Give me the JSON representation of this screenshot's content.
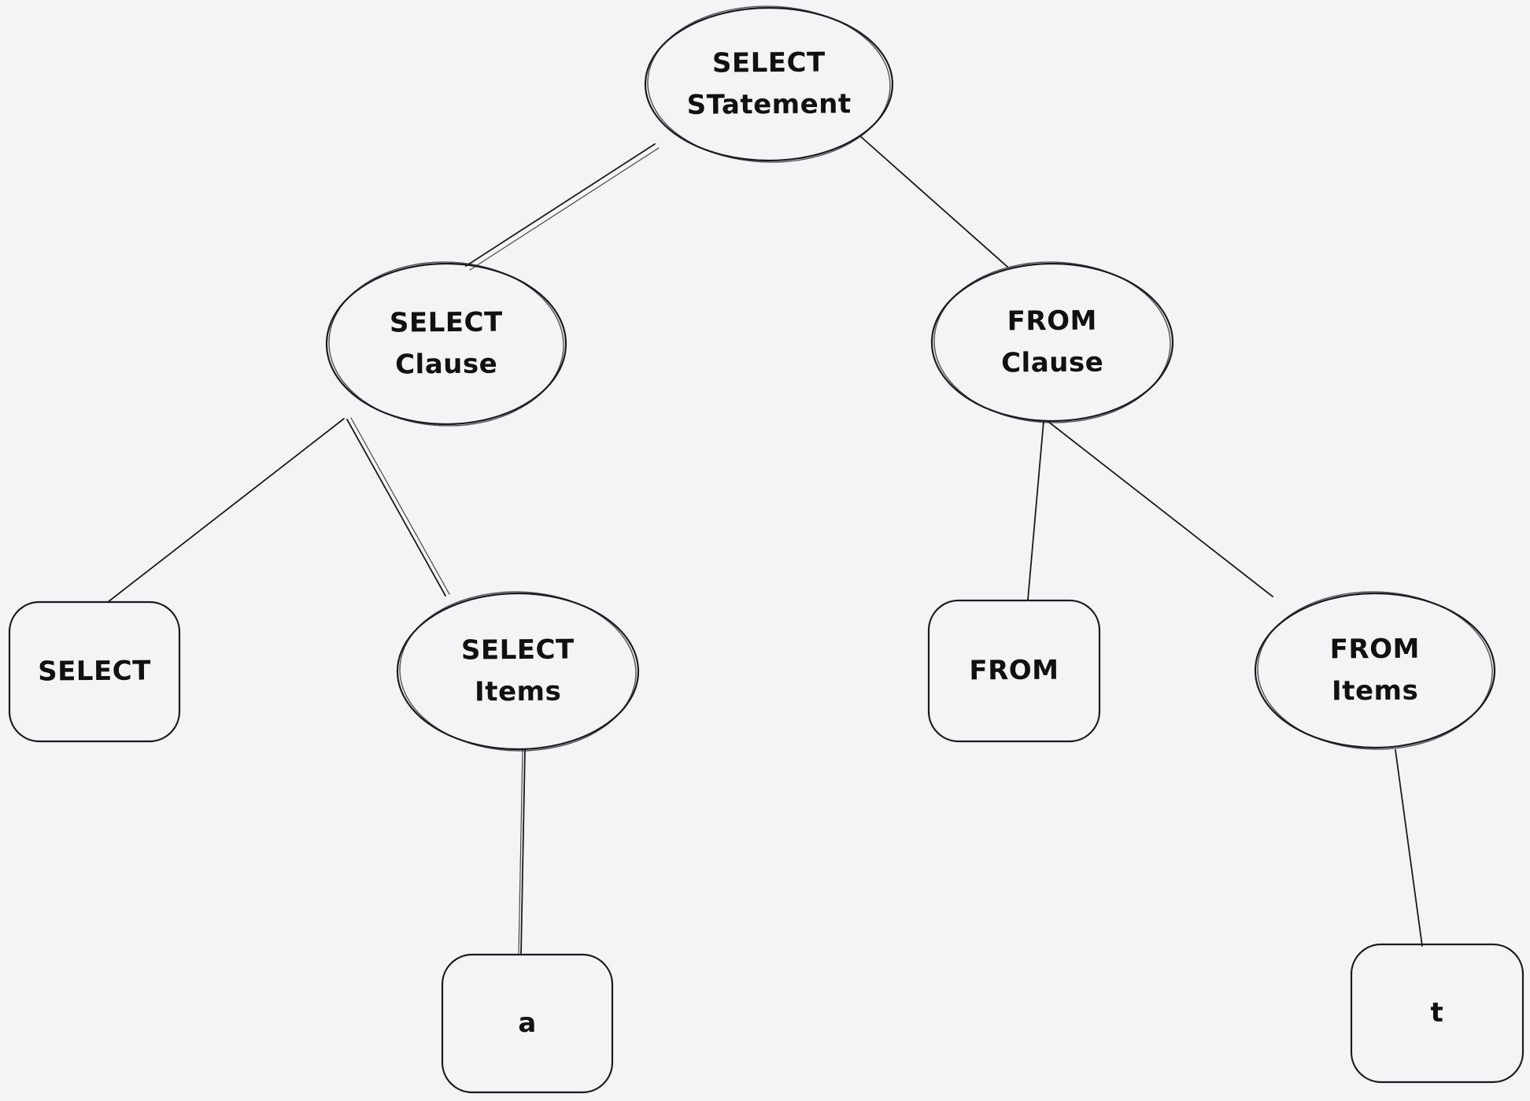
{
  "canvas": {
    "background_color": "#f4f4f6",
    "stroke_color": "#1b1b1f",
    "text_color": "#111111",
    "style": "hand-drawn sketch"
  },
  "diagram": {
    "type": "tree",
    "title": "SQL SELECT statement parse tree",
    "nodes": {
      "select_statement": {
        "label": "SELECT\nSTatement",
        "shape": "ellipse"
      },
      "select_clause": {
        "label": "SELECT\nClause",
        "shape": "ellipse"
      },
      "from_clause": {
        "label": "FROM\nClause",
        "shape": "ellipse"
      },
      "select_keyword": {
        "label": "SELECT",
        "shape": "rounded-rectangle"
      },
      "select_items": {
        "label": "SELECT\nItems",
        "shape": "ellipse"
      },
      "from_keyword": {
        "label": "FROM",
        "shape": "rounded-rectangle"
      },
      "from_items": {
        "label": "FROM\nItems",
        "shape": "ellipse"
      },
      "select_item_a": {
        "label": "a",
        "shape": "rounded-rectangle"
      },
      "from_item_t": {
        "label": "t",
        "shape": "rounded-rectangle"
      }
    },
    "edges": [
      {
        "from": "select_statement",
        "to": "select_clause"
      },
      {
        "from": "select_statement",
        "to": "from_clause"
      },
      {
        "from": "select_clause",
        "to": "select_keyword"
      },
      {
        "from": "select_clause",
        "to": "select_items"
      },
      {
        "from": "from_clause",
        "to": "from_keyword"
      },
      {
        "from": "from_clause",
        "to": "from_items"
      },
      {
        "from": "select_items",
        "to": "select_item_a"
      },
      {
        "from": "from_items",
        "to": "from_item_t"
      }
    ]
  }
}
